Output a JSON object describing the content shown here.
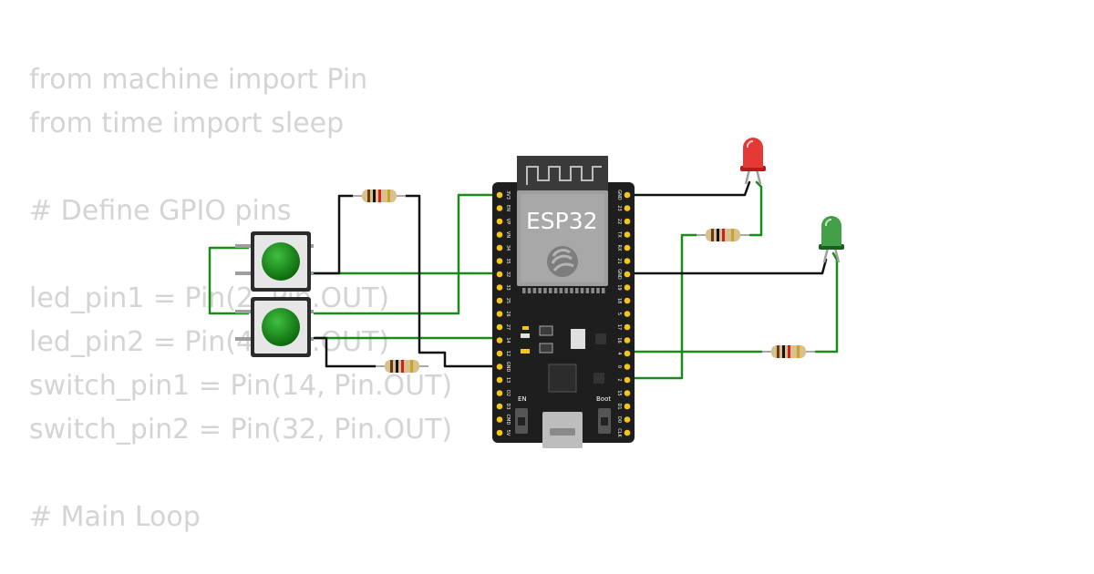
{
  "code_lines": [
    "from machine import Pin",
    "from time import sleep",
    "",
    "# Define GPIO pins",
    "",
    "led_pin1 = Pin(2, Pin.OUT)",
    "led_pin2 = Pin(4, Pin.OUT)",
    "switch_pin1 = Pin(14, Pin.OUT)",
    "switch_pin2 = Pin(32, Pin.OUT)",
    "",
    "# Main Loop"
  ],
  "board": {
    "name": "ESP32",
    "en_label": "EN",
    "boot_label": "Boot",
    "left_pins": [
      "3V3",
      "EN",
      "VP",
      "VN",
      "34",
      "35",
      "32",
      "33",
      "25",
      "26",
      "27",
      "14",
      "12",
      "GND",
      "13",
      "D2",
      "D3",
      "CMD",
      "5V"
    ],
    "right_pins": [
      "GND",
      "23",
      "22",
      "TX",
      "RX",
      "21",
      "GND",
      "19",
      "18",
      "5",
      "17",
      "16",
      "4",
      "0",
      "2",
      "15",
      "D1",
      "D0",
      "CLK"
    ]
  },
  "colors": {
    "board": "#1e1e1e",
    "pin_gold": "#f5c518",
    "wire_green": "#1a8a1a",
    "wire_black": "#111111",
    "button_green": "#1b8a1b",
    "led_red": "#e53935",
    "led_green": "#43a047",
    "code_text": "#d4d4d4"
  }
}
